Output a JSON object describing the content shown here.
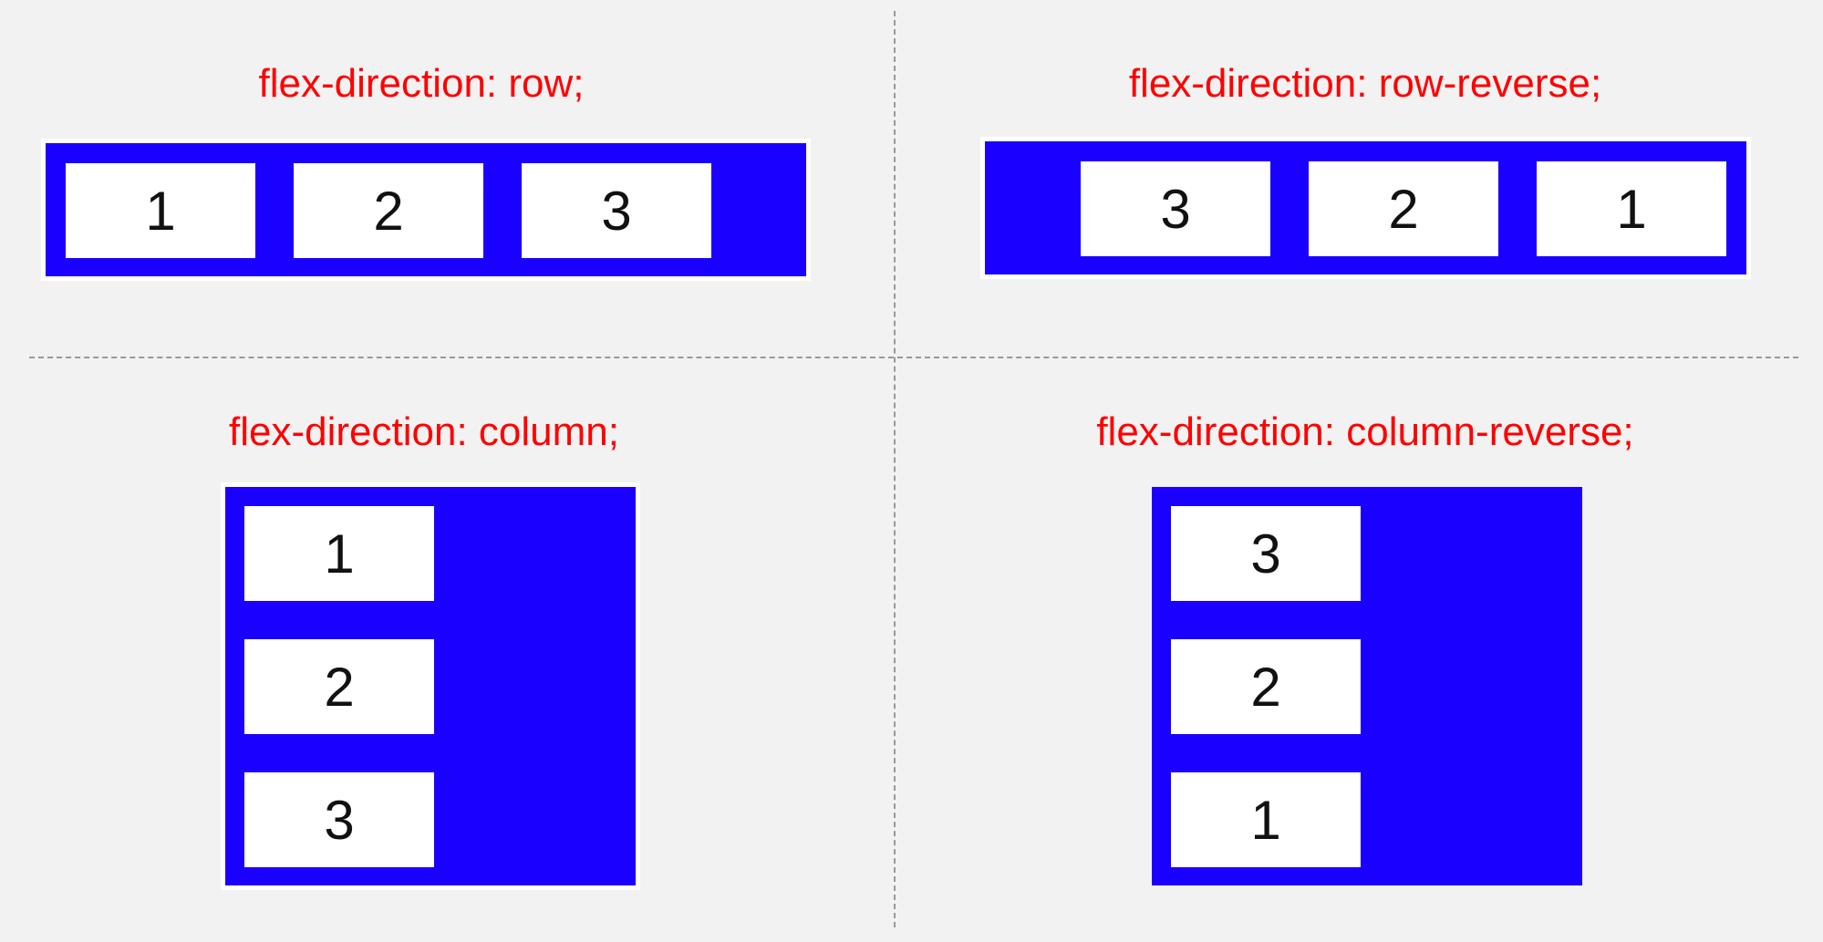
{
  "colors": {
    "background": "#f2f2f2",
    "title": "#ff0000",
    "container": "#1a00ff",
    "item": "#ffffff",
    "divider": "#999999"
  },
  "panels": {
    "row": {
      "title": "flex-direction: row;",
      "items": [
        "1",
        "2",
        "3"
      ]
    },
    "row_reverse": {
      "title": "flex-direction: row-reverse;",
      "items": [
        "3",
        "2",
        "1"
      ]
    },
    "column": {
      "title": "flex-direction: column;",
      "items": [
        "1",
        "2",
        "3"
      ]
    },
    "column_reverse": {
      "title": "flex-direction: column-reverse;",
      "items": [
        "3",
        "2",
        "1"
      ]
    }
  }
}
